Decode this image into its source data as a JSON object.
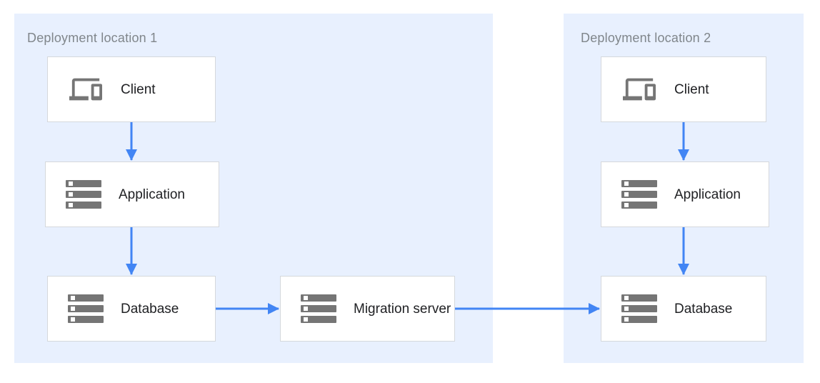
{
  "regions": [
    {
      "id": "deployment-location-1",
      "title": "Deployment location 1"
    },
    {
      "id": "deployment-location-2",
      "title": "Deployment location 2"
    }
  ],
  "nodes": {
    "loc1_client": {
      "label": "Client",
      "icon": "devices-icon"
    },
    "loc1_app": {
      "label": "Application",
      "icon": "server-stack-icon"
    },
    "loc1_db": {
      "label": "Database",
      "icon": "server-stack-icon"
    },
    "migration": {
      "label": "Migration server",
      "icon": "server-stack-icon"
    },
    "loc2_client": {
      "label": "Client",
      "icon": "devices-icon"
    },
    "loc2_app": {
      "label": "Application",
      "icon": "server-stack-icon"
    },
    "loc2_db": {
      "label": "Database",
      "icon": "server-stack-icon"
    }
  },
  "edges": [
    {
      "from": "loc1_client",
      "to": "loc1_app",
      "direction": "down"
    },
    {
      "from": "loc1_app",
      "to": "loc1_db",
      "direction": "down"
    },
    {
      "from": "loc1_db",
      "to": "migration",
      "direction": "right"
    },
    {
      "from": "migration",
      "to": "loc2_db",
      "direction": "right"
    },
    {
      "from": "loc2_client",
      "to": "loc2_app",
      "direction": "down"
    },
    {
      "from": "loc2_app",
      "to": "loc2_db",
      "direction": "down"
    }
  ],
  "colors": {
    "canvas_background": "#ffffff",
    "region_background": "#e8f0fe",
    "node_background": "#ffffff",
    "node_border": "#d5d8dc",
    "icon_gray": "#757575",
    "label_text": "#202124",
    "region_title_text": "#80868b",
    "arrow_blue": "#4285f4"
  }
}
